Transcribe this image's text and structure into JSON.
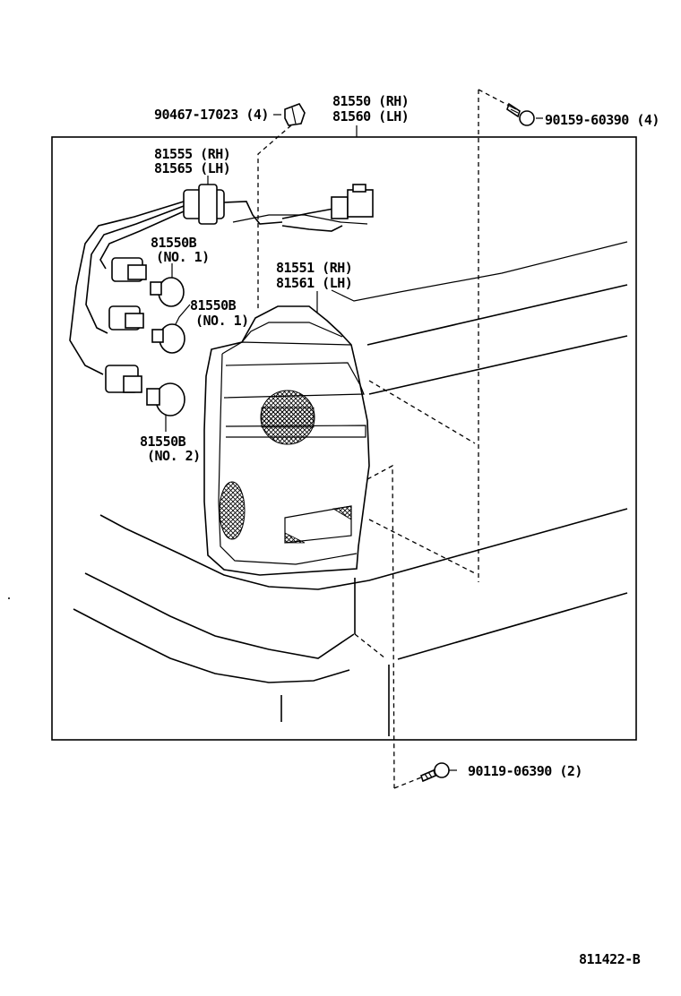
{
  "labels": {
    "clip": "90467-17023 (4)",
    "lamp_rh": "81550 (RH)",
    "lamp_lh": "81560 (LH)",
    "screw_top": "90159-60390 (4)",
    "socket_rh": "81555 (RH)",
    "socket_lh": "81565 (LH)",
    "bulb1_a_num": "81550B",
    "bulb1_a_no": "(NO. 1)",
    "bulb1_b_num": "81550B",
    "bulb1_b_no": "(NO. 1)",
    "lens_rh": "81551 (RH)",
    "lens_lh": "81561 (LH)",
    "bulb2_num": "81550B",
    "bulb2_no": "(NO. 2)",
    "screw_bottom": "90119-06390 (2)",
    "figure_code": "811422-B"
  },
  "icons": {
    "clip": "push-clip-icon",
    "screw_top": "screw-icon",
    "screw_bottom": "screw-icon",
    "connector": "wire-connector-icon",
    "bulb": "wedge-bulb-icon",
    "socket": "bulb-socket-icon"
  }
}
